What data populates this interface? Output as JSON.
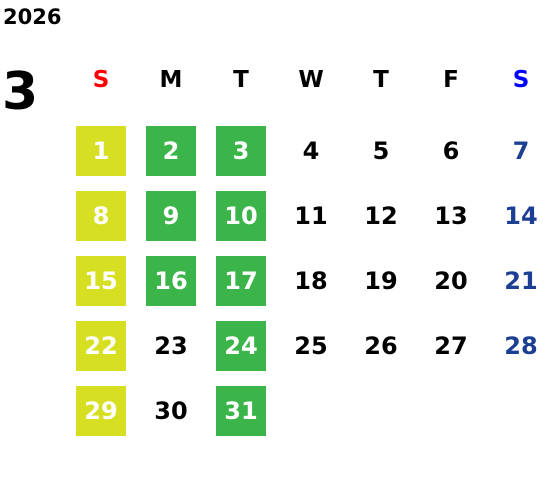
{
  "calendar": {
    "year": "2026",
    "month": "3",
    "weekdays": [
      "S",
      "M",
      "T",
      "W",
      "T",
      "F",
      "S"
    ],
    "weeks": [
      [
        {
          "day": "1",
          "style": "sunday"
        },
        {
          "day": "2",
          "style": "green"
        },
        {
          "day": "3",
          "style": "green"
        },
        {
          "day": "4",
          "style": "plain"
        },
        {
          "day": "5",
          "style": "plain"
        },
        {
          "day": "6",
          "style": "plain"
        },
        {
          "day": "7",
          "style": "saturday"
        }
      ],
      [
        {
          "day": "8",
          "style": "sunday"
        },
        {
          "day": "9",
          "style": "green"
        },
        {
          "day": "10",
          "style": "green"
        },
        {
          "day": "11",
          "style": "plain"
        },
        {
          "day": "12",
          "style": "plain"
        },
        {
          "day": "13",
          "style": "plain"
        },
        {
          "day": "14",
          "style": "saturday"
        }
      ],
      [
        {
          "day": "15",
          "style": "sunday"
        },
        {
          "day": "16",
          "style": "green"
        },
        {
          "day": "17",
          "style": "green"
        },
        {
          "day": "18",
          "style": "plain"
        },
        {
          "day": "19",
          "style": "plain"
        },
        {
          "day": "20",
          "style": "plain"
        },
        {
          "day": "21",
          "style": "saturday"
        }
      ],
      [
        {
          "day": "22",
          "style": "sunday"
        },
        {
          "day": "23",
          "style": "plain"
        },
        {
          "day": "24",
          "style": "green"
        },
        {
          "day": "25",
          "style": "plain"
        },
        {
          "day": "26",
          "style": "plain"
        },
        {
          "day": "27",
          "style": "plain"
        },
        {
          "day": "28",
          "style": "saturday"
        }
      ],
      [
        {
          "day": "29",
          "style": "sunday"
        },
        {
          "day": "30",
          "style": "plain"
        },
        {
          "day": "31",
          "style": "green"
        }
      ]
    ]
  },
  "colors": {
    "sunday_header": "#ff0000",
    "saturday_header": "#0000ff",
    "sunday_fill": "#d7df22",
    "highlight_fill": "#3bb54a",
    "saturday_text": "#1c3f94"
  }
}
